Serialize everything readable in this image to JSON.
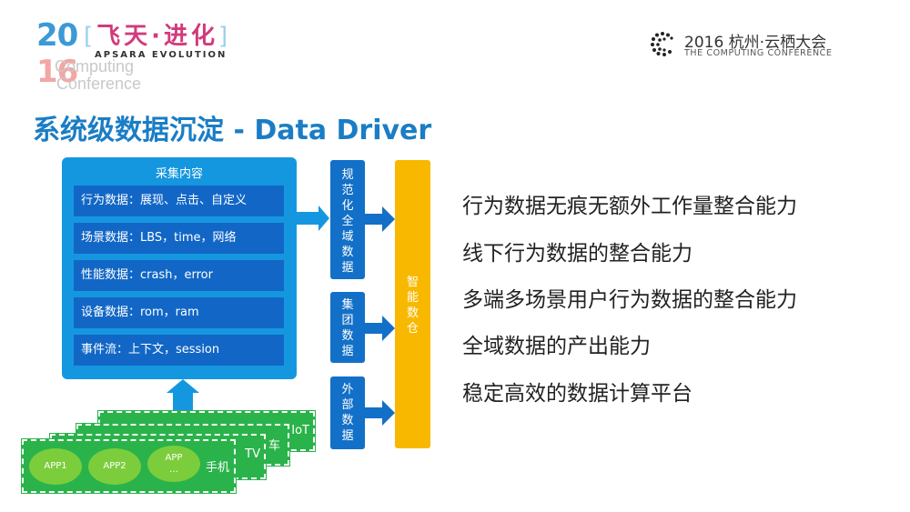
{
  "header": {
    "year_top": "20",
    "year_bottom": "16",
    "bracket_title": "飞天·进化",
    "bracket_left": "[",
    "bracket_right": "]",
    "apsara_line": "APSARA EVOLUTION",
    "computing_line1": "Computing",
    "computing_line2": "Conference",
    "conference_title": "2016 杭州·云栖大会",
    "conference_subtitle": "THE COMPUTING CONFERENCE",
    "conference_icon": "computing-conference-logo"
  },
  "page_title": "系统级数据沉淀 - Data Driver",
  "collect": {
    "title": "采集内容",
    "rows": [
      "行为数据：展现、点击、自定义",
      "场景数据：LBS，time，网络",
      "性能数据：crash，error",
      "设备数据：rom，ram",
      "事件流：上下文，session"
    ]
  },
  "sources": {
    "global": [
      "规",
      "范",
      "化",
      "全",
      "域",
      "数",
      "据"
    ],
    "group": [
      "集",
      "团",
      "数",
      "据"
    ],
    "external": [
      "外",
      "部",
      "数",
      "据"
    ]
  },
  "warehouse": [
    "智",
    "能",
    "数",
    "仓"
  ],
  "devices": {
    "iot": "IoT",
    "car": "车",
    "tv": "TV",
    "phone": "手机",
    "apps": [
      "APP1",
      "APP2",
      "APP\n…"
    ]
  },
  "capabilities": [
    "行为数据无痕无额外工作量整合能力",
    "线下行为数据的整合能力",
    "多端多场景用户行为数据的整合能力",
    "全域数据的产出能力",
    "稳定高效的数据计算平台"
  ],
  "colors": {
    "title_blue": "#1a7dc5",
    "box_blue": "#1597e0",
    "row_blue": "#1267c6",
    "warehouse_yellow": "#f9b800",
    "device_green": "#2ab34a",
    "app_green": "#7ccd3c"
  }
}
